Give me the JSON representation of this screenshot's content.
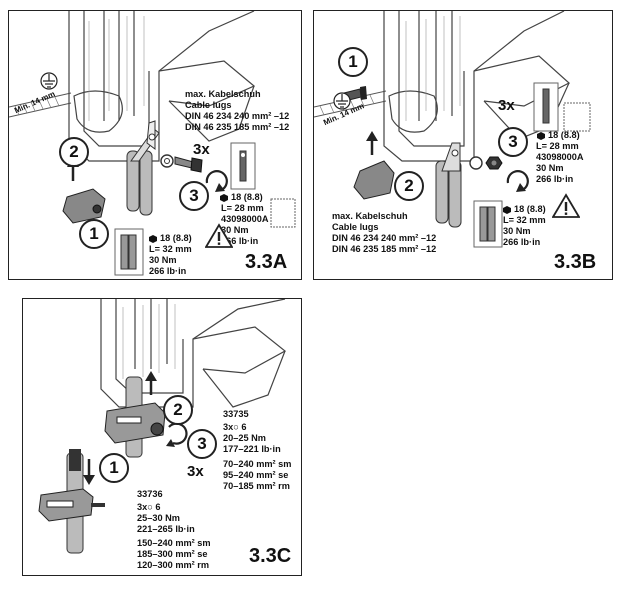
{
  "panels": {
    "a": {
      "id": "3.3A",
      "lugs_title": [
        "max. Kabelschuh",
        "Cable lugs"
      ],
      "lugs_lines": [
        "DIN 46 234  240 mm² –12",
        "DIN 46 235  185 mm² –12"
      ],
      "min_label": "Min. 14 mm",
      "qty": "3x",
      "bolt_spec": [
        "18 (8.8)",
        "L= 28 mm",
        "43098000A",
        "30 Nm",
        "266 lb·in"
      ],
      "bolt_spec_2": [
        "18 (8.8)",
        "L= 32 mm",
        "30 Nm",
        "266 lb·in"
      ],
      "steps": [
        "1",
        "2",
        "3"
      ]
    },
    "b": {
      "id": "3.3B",
      "lugs_title": [
        "max. Kabelschuh",
        "Cable lugs"
      ],
      "lugs_lines": [
        "DIN 46 234  240 mm² –12",
        "DIN 46 235  185 mm² –12"
      ],
      "min_label": "Min. 14 mm",
      "qty": "3x",
      "bolt_spec": [
        "18 (8.8)",
        "L= 28 mm",
        "43098000A",
        "30 Nm",
        "266 lb·in"
      ],
      "bolt_spec_2": [
        "18 (8.8)",
        "L= 32 mm",
        "30 Nm",
        "266 lb·in"
      ],
      "steps": [
        "1",
        "2",
        "3"
      ]
    },
    "c": {
      "id": "3.3C",
      "qty": "3x",
      "steps": [
        "1",
        "2",
        "3"
      ],
      "spec_33735": [
        "33735",
        "3x○ 6",
        "20–25 Nm",
        "177–221 lb·in",
        "70–240 mm² sm",
        "95–240 mm² se",
        "70–185 mm² rm"
      ],
      "spec_33736": [
        "33736",
        "3x○ 6",
        "25–30 Nm",
        "221–265 lb·in",
        "150–240 mm² sm",
        "185–300 mm² se",
        "120–300 mm² rm"
      ]
    }
  },
  "icons": [
    "hex-bolt-icon",
    "warning-icon",
    "cable-lug-icon",
    "screws-bag-icon",
    "rotation-arrow-icon",
    "up-arrow-icon",
    "down-arrow-icon",
    "ground-icon"
  ]
}
